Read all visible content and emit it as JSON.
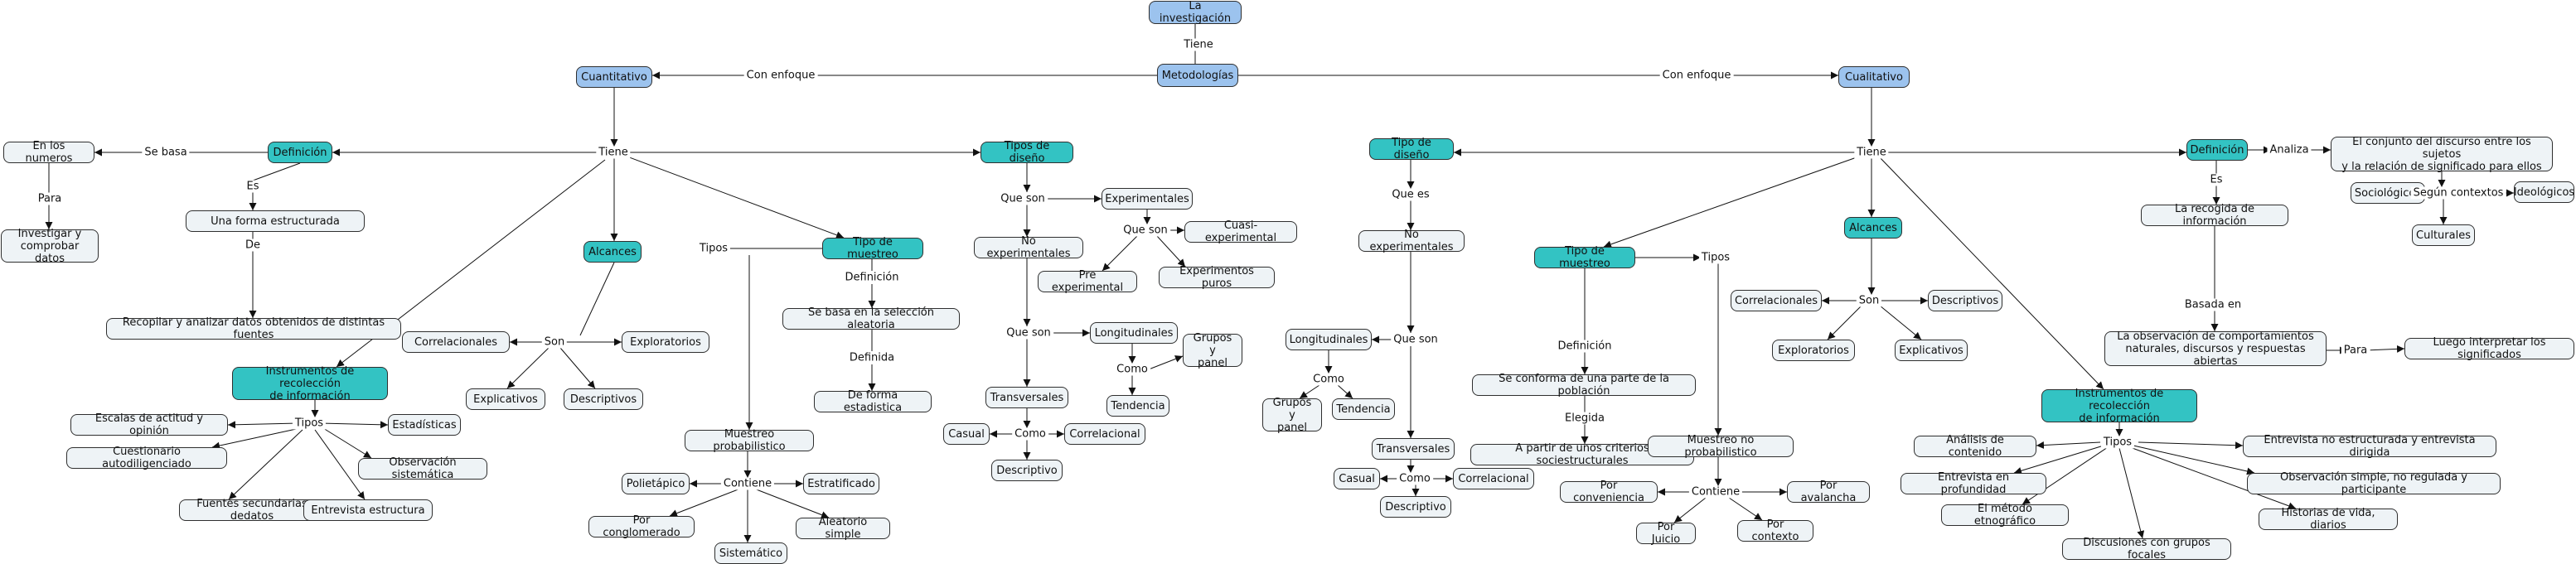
{
  "nodes": {
    "investigacion": "La investigación",
    "metodologias": "Metodologías",
    "cuantitativo": "Cuantitativo",
    "cualitativo": "Cualitativo",
    "q_definicion": "Definición",
    "q_numeros": "En los numeros",
    "q_investigar": "Investigar y\ncomprobar datos",
    "q_forma": "Una forma estructurada",
    "q_recopilar": "Recopilar y analizar datos obtenidos de distintas fuentes",
    "q_alcances": "Alcances",
    "q_correlacionales": "Correlacionales",
    "q_exploratorios": "Exploratorios",
    "q_explicativos": "Explicativos",
    "q_descriptivos": "Descriptivos",
    "q_instrumentos": "Instrumentos de recolección\nde información",
    "q_escalas": "Escalas de actitud y opinión",
    "q_estadisticas": "Estadísticas",
    "q_cuestionario": "Cuestionario autodiligenciado",
    "q_observacion": "Observación sistemática",
    "q_fuentes": "Fuentes secundarias dedatos",
    "q_entrevista": "Entrevista estructura",
    "q_muestreo": "Tipo de muestreo",
    "q_seleccion": "Se basa en la selección aleatoria",
    "q_estadistica": "De forma estadistica",
    "q_probabilistico": "Muestreo probabilistico",
    "q_polietapico": "Polietápico",
    "q_estratificado": "Estratificado",
    "q_conglomerado": "Por conglomerado",
    "q_aleatorio": "Aleatorio simple",
    "q_sistematico": "Sistemático",
    "q_disenio": "Tipos de diseño",
    "q_experimentales": "Experimentales",
    "q_cuasi": "Cuasi-experimental",
    "q_pre": "Pre experimental",
    "q_puros": "Experimentos puros",
    "q_noexp": "No experimentales",
    "q_longitudinales": "Longitudinales",
    "q_grupos": "Grupos y\npanel",
    "q_tendencia": "Tendencia",
    "q_transversales": "Transversales",
    "q_casual": "Casual",
    "q_correlacional": "Correlacional",
    "q_descriptivo": "Descriptivo",
    "c_disenio": "Tipo de diseño",
    "c_noexp": "No experimentales",
    "c_longitudinales": "Longitudinales",
    "c_grupos": "Grupos y\npanel",
    "c_tendencia": "Tendencia",
    "c_transversales": "Transversales",
    "c_casual": "Casual",
    "c_correlacional": "Correlacional",
    "c_descriptivo": "Descriptivo",
    "c_muestreo": "Tipo de muestreo",
    "c_conforma": "Se conforma de una parte de la población",
    "c_criterios": "A partir de unos criterios sociestructurales",
    "c_noprob": "Muestreo no probabilistico",
    "c_conveniencia": "Por conveniencia",
    "c_avalancha": "Por avalancha",
    "c_juicio": "Por Juicio",
    "c_contexto": "Por contexto",
    "c_alcances": "Alcances",
    "c_correlacionales": "Correlacionales",
    "c_descriptivos": "Descriptivos",
    "c_exploratorios": "Exploratorios",
    "c_explicativos": "Explicativos",
    "c_instrumentos": "Instrumentos de recolección\nde información",
    "c_analisis": "Análisis de contenido",
    "c_entrevista_ne": "Entrevista no estructurada y entrevista dirigida",
    "c_profundidad": "Entrevista en profundidad",
    "c_observacion": "Observación simple, no regulada y participante",
    "c_etnografico": "El método etnográfico",
    "c_historias": "Historias de vida, diarios",
    "c_discusiones": "Discusiones con grupos focales",
    "c_definicion": "Definición",
    "c_conjunto": "El conjunto del discurso entre los sujetos\ny la relación de significado para ellos",
    "c_recogida": "La recogida de información",
    "c_sociologicos": "Sociológicos",
    "c_ideologicos": "Ideológicos",
    "c_culturales": "Culturales",
    "c_observacion_comp": "La observación de comportamientos\nnaturales, discursos y respuestas abiertas",
    "c_interpretar": "Luego interpretar los significados"
  },
  "links": {
    "tiene": "Tiene",
    "con_enfoque_left": "Con enfoque",
    "con_enfoque_right": "Con enfoque",
    "q_tiene": "Tiene",
    "q_se_basa": "Se basa",
    "q_para": "Para",
    "q_es": "Es",
    "q_de": "De",
    "q_son": "Son",
    "q_tipos_instr": "Tipos",
    "q_tipos_muestreo": "Tipos",
    "q_definicion": "Definición",
    "q_definida": "Definida",
    "q_contiene": "Contiene",
    "q_que_son_1": "Que son",
    "q_que_son_2": "Que son",
    "q_que_son_3": "Que son",
    "q_como_1": "Como",
    "q_como_2": "Como",
    "c_tiene": "Tiene",
    "c_que_es": "Que es",
    "c_que_son": "Que son",
    "c_como_1": "Como",
    "c_como_2": "Como",
    "c_definicion": "Definición",
    "c_elegida": "Elegida",
    "c_tipos_muestreo": "Tipos",
    "c_contiene": "Contiene",
    "c_son": "Son",
    "c_tipos_instr": "Tipos",
    "c_analiza": "Analiza",
    "c_es": "Es",
    "c_basada_en": "Basada en",
    "c_segun": "Según contextos",
    "c_para": "Para"
  },
  "colors": {
    "root": "#9cc3ee",
    "concept": "#33c3c3",
    "leaf": "#eef3f6"
  }
}
